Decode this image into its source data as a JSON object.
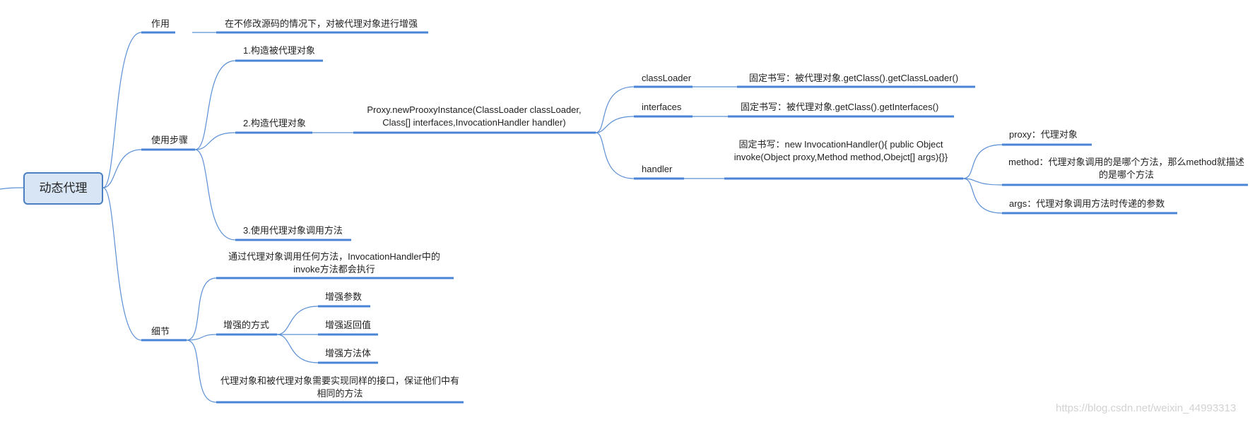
{
  "root": {
    "label": "动态代理"
  },
  "branches": {
    "purpose": {
      "label": "作用",
      "detail": "在不修改源码的情况下，对被代理对象进行增强"
    },
    "steps": {
      "label": "使用步骤",
      "step1": "1.构造被代理对象",
      "step2": "2.构造代理对象",
      "step3": "3.使用代理对象调用方法",
      "proxy_call": "Proxy.newProoxyInstance(ClassLoader classLoader, Class[] interfaces,InvocationHandler handler)",
      "params": {
        "classloader_label": "classLoader",
        "classloader_detail": "固定书写：被代理对象.getClass().getClassLoader()",
        "interfaces_label": "interfaces",
        "interfaces_detail": "固定书写：被代理对象.getClass().getInterfaces()",
        "handler_label": "handler",
        "handler_detail": "固定书写：new InvocationHandler(){ public Object invoke(Object proxy,Method method,Obejct[] args){}}",
        "invoke_args": {
          "proxy": "proxy：代理对象",
          "method": "method：代理对象调用的是哪个方法，那么method就描述的是哪个方法",
          "args": "args：代理对象调用方法时传递的参数"
        }
      }
    },
    "details": {
      "label": "细节",
      "note1": "通过代理对象调用任何方法，InvocationHandler中的invoke方法都会执行",
      "enhance_label": "增强的方式",
      "enhance_items": [
        "增强参数",
        "增强返回值",
        "增强方法体"
      ],
      "note2": "代理对象和被代理对象需要实现同样的接口，保证他们中有相同的方法"
    }
  },
  "watermark": "https://blog.csdn.net/weixin_44993313",
  "colors": {
    "line": "#5b8fd4",
    "underline": "#4a84d6",
    "root_fill": "#d7e5f5",
    "root_border": "#4a7fc1"
  }
}
